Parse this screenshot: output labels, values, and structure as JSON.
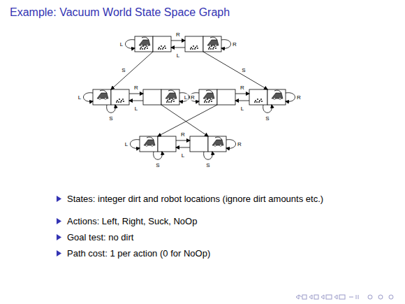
{
  "diagram": {
    "title": "Example: Vacuum World State Space Graph",
    "labels": [
      "L",
      "R",
      "L",
      "R",
      "S",
      "S",
      "L",
      "R",
      "L",
      "R",
      "S",
      "L",
      "R",
      "L",
      "R",
      "S",
      "L",
      "R",
      "L",
      "R",
      "S",
      "S",
      "States: integer dirt and robot locations (ignore dirt amounts etc.)",
      "Actions: Left, Right, Suck, NoOp",
      "Goal test: no dirt",
      "Path cost: 1 per action (0 for NoOp)"
    ]
  }
}
